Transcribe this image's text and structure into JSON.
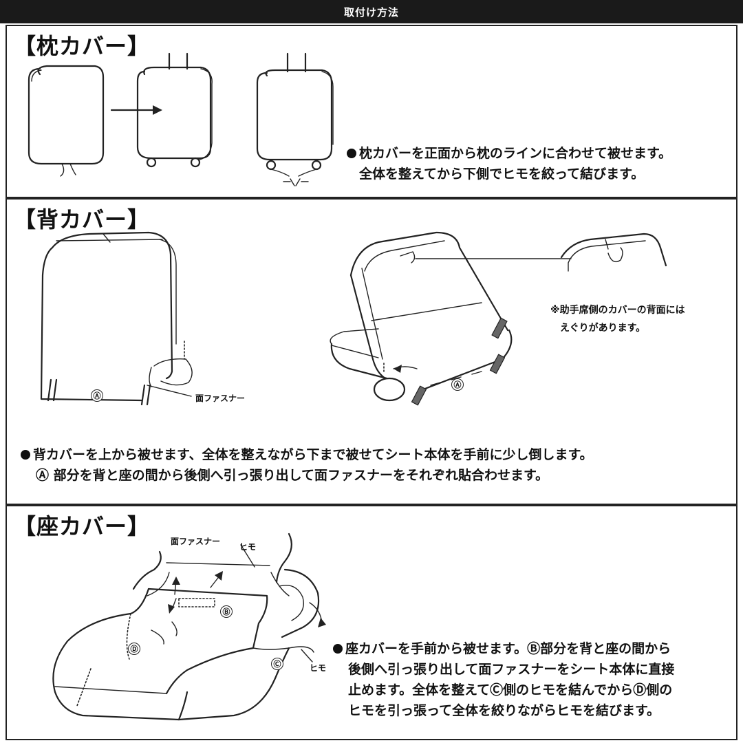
{
  "header": {
    "title": "取付け方法"
  },
  "pillow": {
    "title": "【枕カバー】",
    "instructions": [
      "枕カバーを正面から枕のラインに合わせて被せます。",
      "全体を整えてから下側でヒモを絞って結びます。"
    ]
  },
  "back": {
    "title": "【背カバー】",
    "label_a1": "Ⓐ",
    "label_a2": "Ⓐ",
    "label_velcro": "面ファスナー",
    "note": [
      "※助手席側のカバーの背面には",
      "えぐりがあります。"
    ],
    "instructions": [
      "背カバーを上から被せます、全体を整えながら下まで被せてシート本体を手前に少し倒します。",
      "Ⓐ 部分を背と座の間から後側へ引っ張り出して面ファスナーをそれぞれ貼合わせます。"
    ]
  },
  "seat": {
    "title": "【座カバー】",
    "label_velcro": "面ファスナー",
    "label_string_top": "ヒモ",
    "label_string_right": "ヒモ",
    "label_b": "Ⓑ",
    "label_c": "Ⓒ",
    "label_d": "Ⓓ",
    "instructions": [
      "座カバーを手前から被せます。Ⓑ部分を背と座の間から",
      "後側へ引っ張り出して面ファスナーをシート本体に直接",
      "止めます。全体を整えてⒸ側のヒモを結んでからⒹ側の",
      "ヒモを引っ張って全体を絞りながらヒモを結びます。"
    ]
  }
}
